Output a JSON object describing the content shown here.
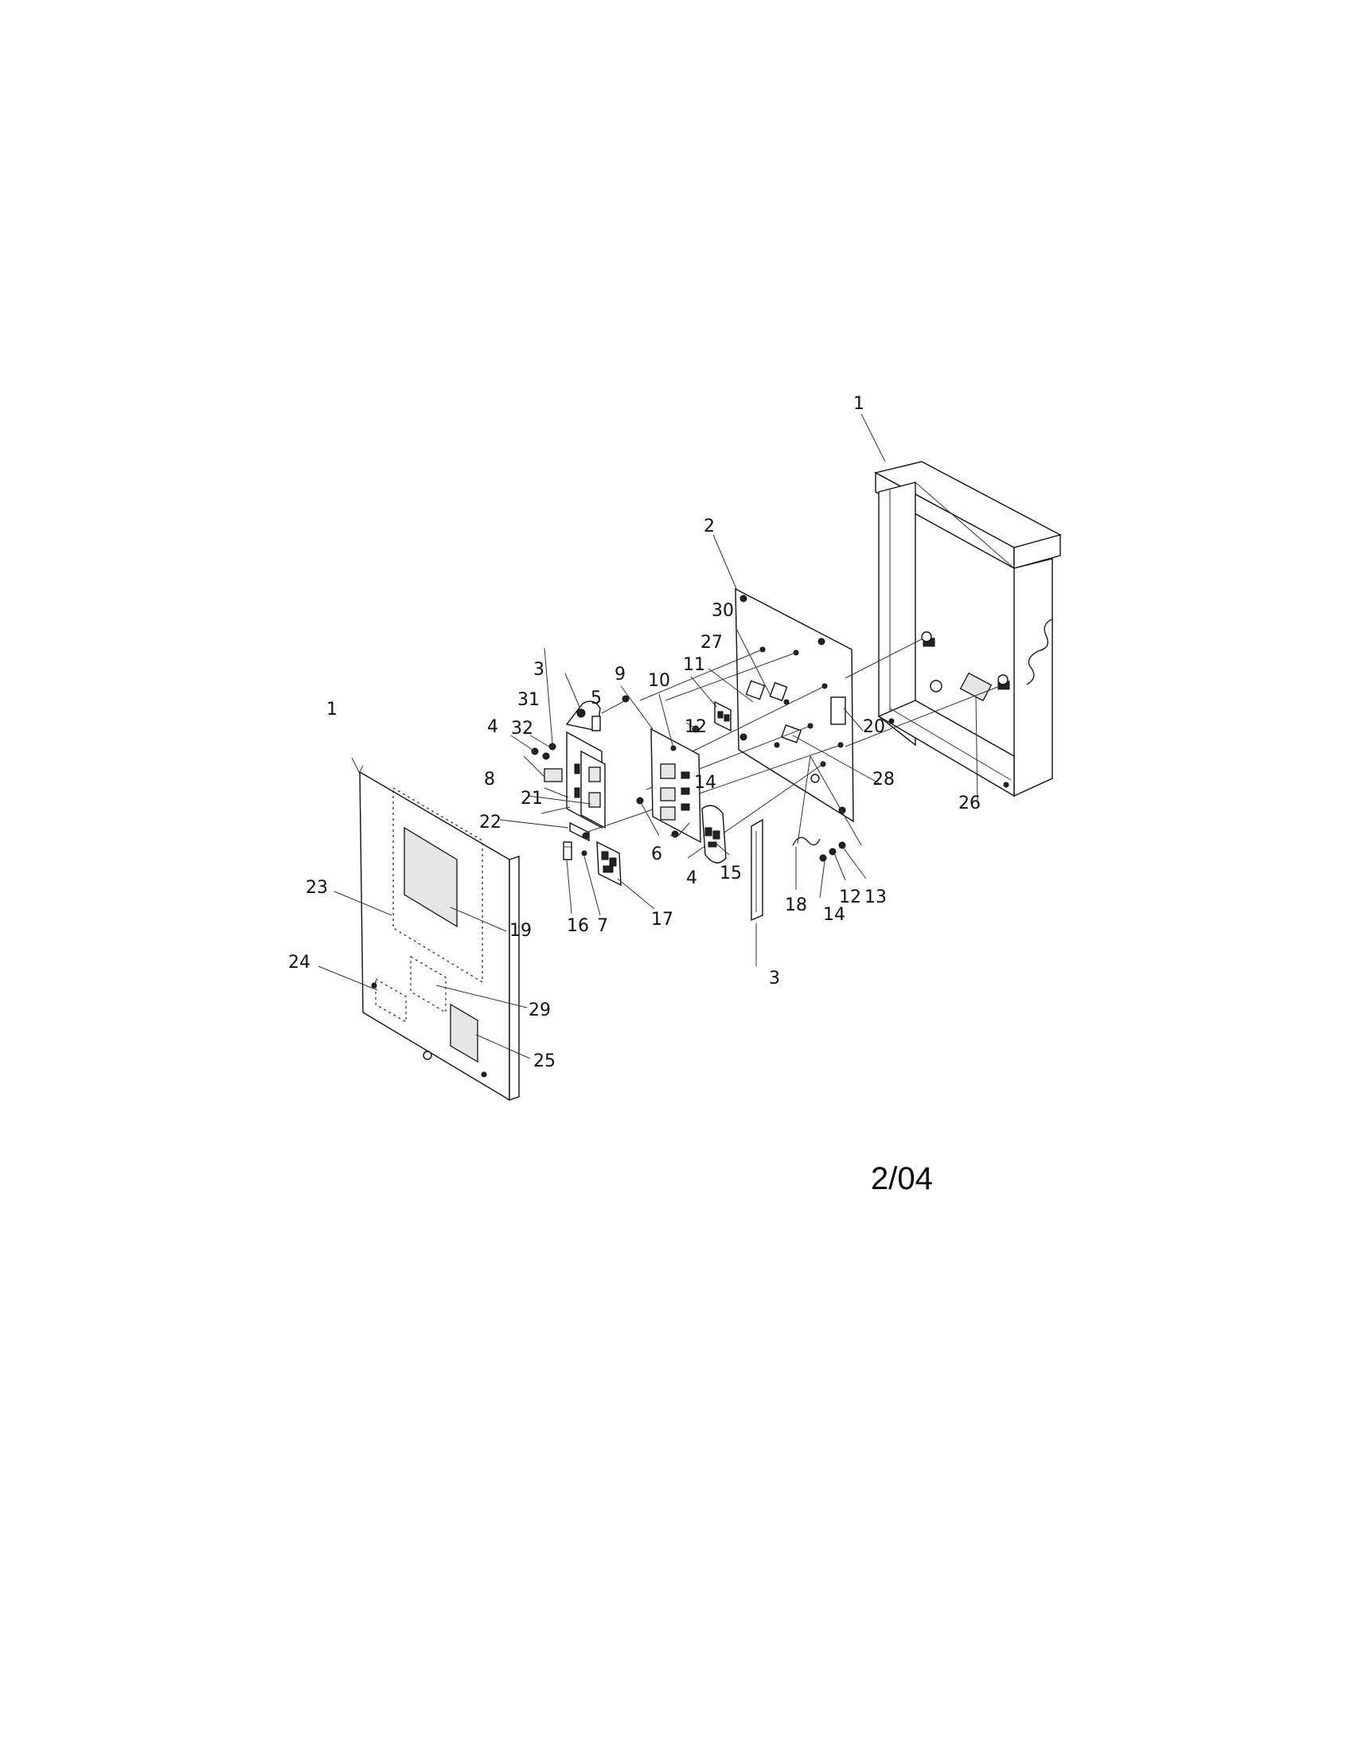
{
  "diagram": {
    "date_code": "2/04",
    "callouts": {
      "enclosure_top": "1",
      "enclosure_front": "1",
      "backplate": "2",
      "bracket_top": "3",
      "bracket_bottom": "3",
      "screw_4a": "4",
      "screw_4b": "4",
      "part_5": "5",
      "part_6": "6",
      "part_7": "7",
      "part_8": "8",
      "part_9": "9",
      "part_10": "10",
      "part_11": "11",
      "part_12a": "12",
      "part_12b": "12",
      "part_13": "13",
      "part_14a": "14",
      "part_14b": "14",
      "part_15": "15",
      "part_16": "16",
      "part_17": "17",
      "part_18": "18",
      "part_19": "19",
      "part_20": "20",
      "part_21": "21",
      "part_22": "22",
      "part_23": "23",
      "part_24": "24",
      "part_25": "25",
      "part_26": "26",
      "part_27": "27",
      "part_28": "28",
      "part_29": "29",
      "part_30": "30",
      "part_31": "31",
      "part_32": "32"
    }
  }
}
